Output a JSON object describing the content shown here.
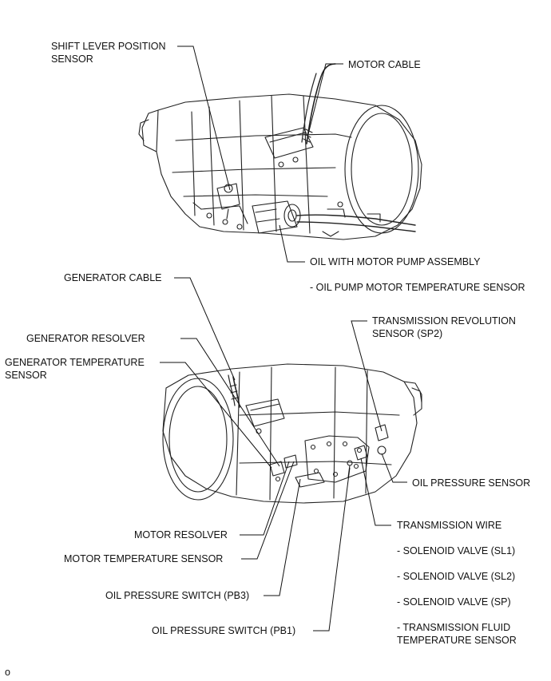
{
  "labels": {
    "shift_lever_position_sensor": "SHIFT LEVER POSITION\nSENSOR",
    "motor_cable": "MOTOR CABLE",
    "oil_with_motor_pump_assembly": "OIL WITH MOTOR PUMP ASSEMBLY",
    "oil_pump_motor_temperature_sensor": "- OIL PUMP MOTOR TEMPERATURE SENSOR",
    "generator_cable": "GENERATOR CABLE",
    "transmission_revolution_sensor": "TRANSMISSION REVOLUTION\nSENSOR (SP2)",
    "generator_resolver": "GENERATOR RESOLVER",
    "generator_temperature_sensor": "GENERATOR TEMPERATURE\nSENSOR",
    "oil_pressure_sensor": "OIL PRESSURE SENSOR",
    "motor_resolver": "MOTOR RESOLVER",
    "transmission_wire": "TRANSMISSION WIRE",
    "motor_temperature_sensor": "MOTOR TEMPERATURE SENSOR",
    "solenoid_valve_sl1": "- SOLENOID VALVE (SL1)",
    "solenoid_valve_sl2": "- SOLENOID VALVE (SL2)",
    "oil_pressure_switch_pb3": "OIL PRESSURE SWITCH (PB3)",
    "solenoid_valve_sp": "- SOLENOID VALVE (SP)",
    "oil_pressure_switch_pb1": "OIL PRESSURE SWITCH (PB1)",
    "transmission_fluid_temperature_sensor": "- TRANSMISSION FLUID\nTEMPERATURE SENSOR",
    "figure_code": "o"
  }
}
